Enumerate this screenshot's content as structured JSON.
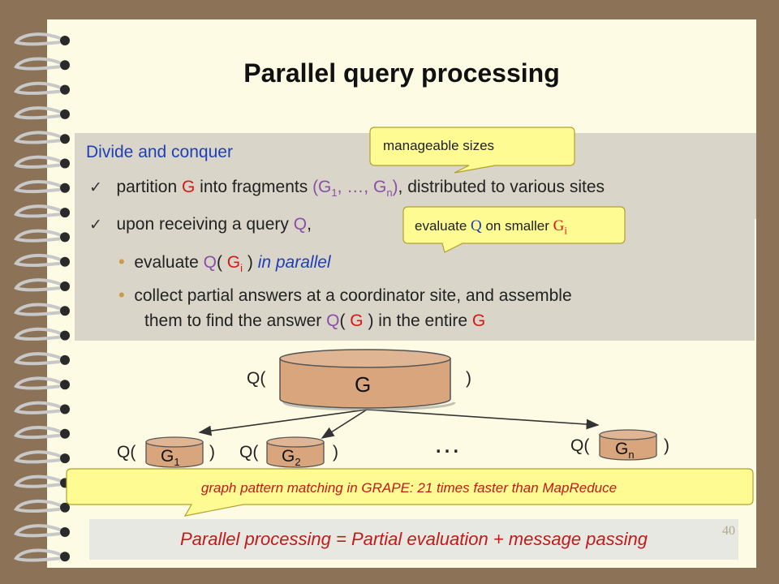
{
  "slide": {
    "title": "Parallel query processing",
    "page_number": "40"
  },
  "content": {
    "heading": "Divide and conquer",
    "check1": {
      "pre": "partition ",
      "g": "G",
      "mid": " into fragments  ",
      "open": "(G",
      "sub1": "1",
      "dots": ", …, G",
      "subn": "n",
      "close": ")",
      "post": ", distributed to various sites"
    },
    "check2": {
      "pre": "upon receiving a query ",
      "q": "Q",
      "post": ","
    },
    "bullet1": {
      "q": "Q",
      "open": "( ",
      "g": "G",
      "sub": "i",
      "close": " ) ",
      "italic": "in parallel",
      "pre": "evaluate "
    },
    "bullet2": {
      "line1": "collect partial answers at a coordinator site, and assemble",
      "line2_pre": "them to find the answer ",
      "q": "Q",
      "open": "( ",
      "g": "G",
      "close": " ) in the entire ",
      "g2": "G"
    }
  },
  "callouts": {
    "manageable": "manageable  sizes",
    "evaluate_pre": "evaluate ",
    "evaluate_q": "Q",
    "evaluate_mid": " on smaller ",
    "evaluate_g": "G",
    "evaluate_sub": "i"
  },
  "diagram": {
    "q_open": "Q(",
    "q_close": ")",
    "main_disk": "G",
    "frag1": "G",
    "frag1_sub": "1",
    "frag2": "G",
    "frag2_sub": "2",
    "fragn": "G",
    "fragn_sub": "n",
    "ellipsis": "…"
  },
  "banner": "graph pattern matching in GRAPE: 21 times faster than MapReduce",
  "footer": "Parallel processing = Partial evaluation + message passing",
  "colors": {
    "paper": "#fdfbe4",
    "shaded_box": "#d9d5c8",
    "callout_fill": "#fdfb92",
    "disk_fill": "#d9a57d",
    "accent_blue": "#1f3fb8",
    "accent_red": "#d81818",
    "accent_purple": "#8a4fa8"
  }
}
